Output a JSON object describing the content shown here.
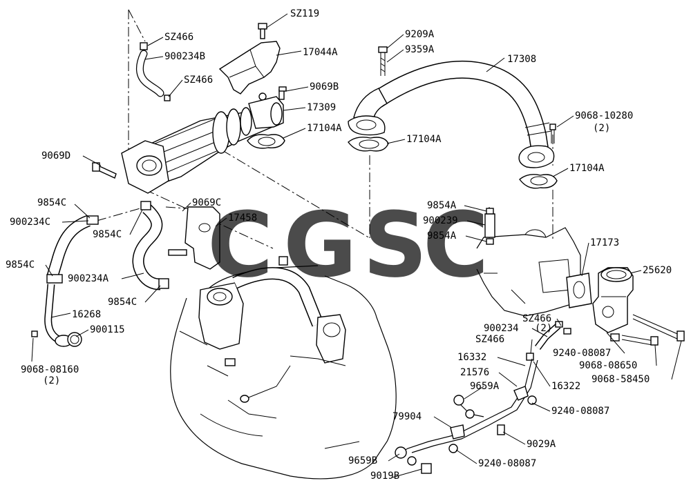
{
  "watermark": {
    "letters": [
      "C",
      "G",
      "S",
      "C"
    ],
    "colors": [
      "#4a8cf0",
      "#f06a64",
      "#f7c948",
      "#32a46c"
    ]
  },
  "callouts": [
    {
      "id": "c1",
      "text": "SZ119"
    },
    {
      "id": "c2",
      "text": "SZ466"
    },
    {
      "id": "c3",
      "text": "900234B"
    },
    {
      "id": "c4",
      "text": "17044A"
    },
    {
      "id": "c5",
      "text": "SZ466"
    },
    {
      "id": "c6",
      "text": "9069B"
    },
    {
      "id": "c7",
      "text": "17309"
    },
    {
      "id": "c8",
      "text": "17104A"
    },
    {
      "id": "c9",
      "text": "9209A"
    },
    {
      "id": "c10",
      "text": "9359A"
    },
    {
      "id": "c11",
      "text": "17308"
    },
    {
      "id": "c12",
      "text": "9068-10280"
    },
    {
      "id": "c13",
      "text": "(2)"
    },
    {
      "id": "c14",
      "text": "17104A"
    },
    {
      "id": "c15",
      "text": "17104A"
    },
    {
      "id": "c16",
      "text": "9069D"
    },
    {
      "id": "c17",
      "text": "9069C"
    },
    {
      "id": "c18",
      "text": "9854C"
    },
    {
      "id": "c19",
      "text": "17458"
    },
    {
      "id": "c20",
      "text": "900234C"
    },
    {
      "id": "c21",
      "text": "9854C"
    },
    {
      "id": "c22",
      "text": "9854C"
    },
    {
      "id": "c23",
      "text": "900234A"
    },
    {
      "id": "c24",
      "text": "9854C"
    },
    {
      "id": "c25",
      "text": "16268"
    },
    {
      "id": "c26",
      "text": "900115"
    },
    {
      "id": "c27",
      "text": "9068-08160"
    },
    {
      "id": "c28",
      "text": "(2)"
    },
    {
      "id": "c29",
      "text": "9854A"
    },
    {
      "id": "c30",
      "text": "900239"
    },
    {
      "id": "c31",
      "text": "9854A"
    },
    {
      "id": "c32",
      "text": "17173"
    },
    {
      "id": "c33",
      "text": "25620"
    },
    {
      "id": "c34",
      "text": "SZ466"
    },
    {
      "id": "c35",
      "text": "900234"
    },
    {
      "id": "c36",
      "text": "(2)"
    },
    {
      "id": "c37",
      "text": "SZ466"
    },
    {
      "id": "c38",
      "text": "9240-08087"
    },
    {
      "id": "c39",
      "text": "16332"
    },
    {
      "id": "c40",
      "text": "9068-08650"
    },
    {
      "id": "c41",
      "text": "21576"
    },
    {
      "id": "c42",
      "text": "9068-58450"
    },
    {
      "id": "c43",
      "text": "16322"
    },
    {
      "id": "c44",
      "text": "9659A"
    },
    {
      "id": "c45",
      "text": "79904"
    },
    {
      "id": "c46",
      "text": "9240-08087"
    },
    {
      "id": "c47",
      "text": "9029A"
    },
    {
      "id": "c48",
      "text": "9659B"
    },
    {
      "id": "c49",
      "text": "9240-08087"
    },
    {
      "id": "c50",
      "text": "9019B"
    }
  ]
}
